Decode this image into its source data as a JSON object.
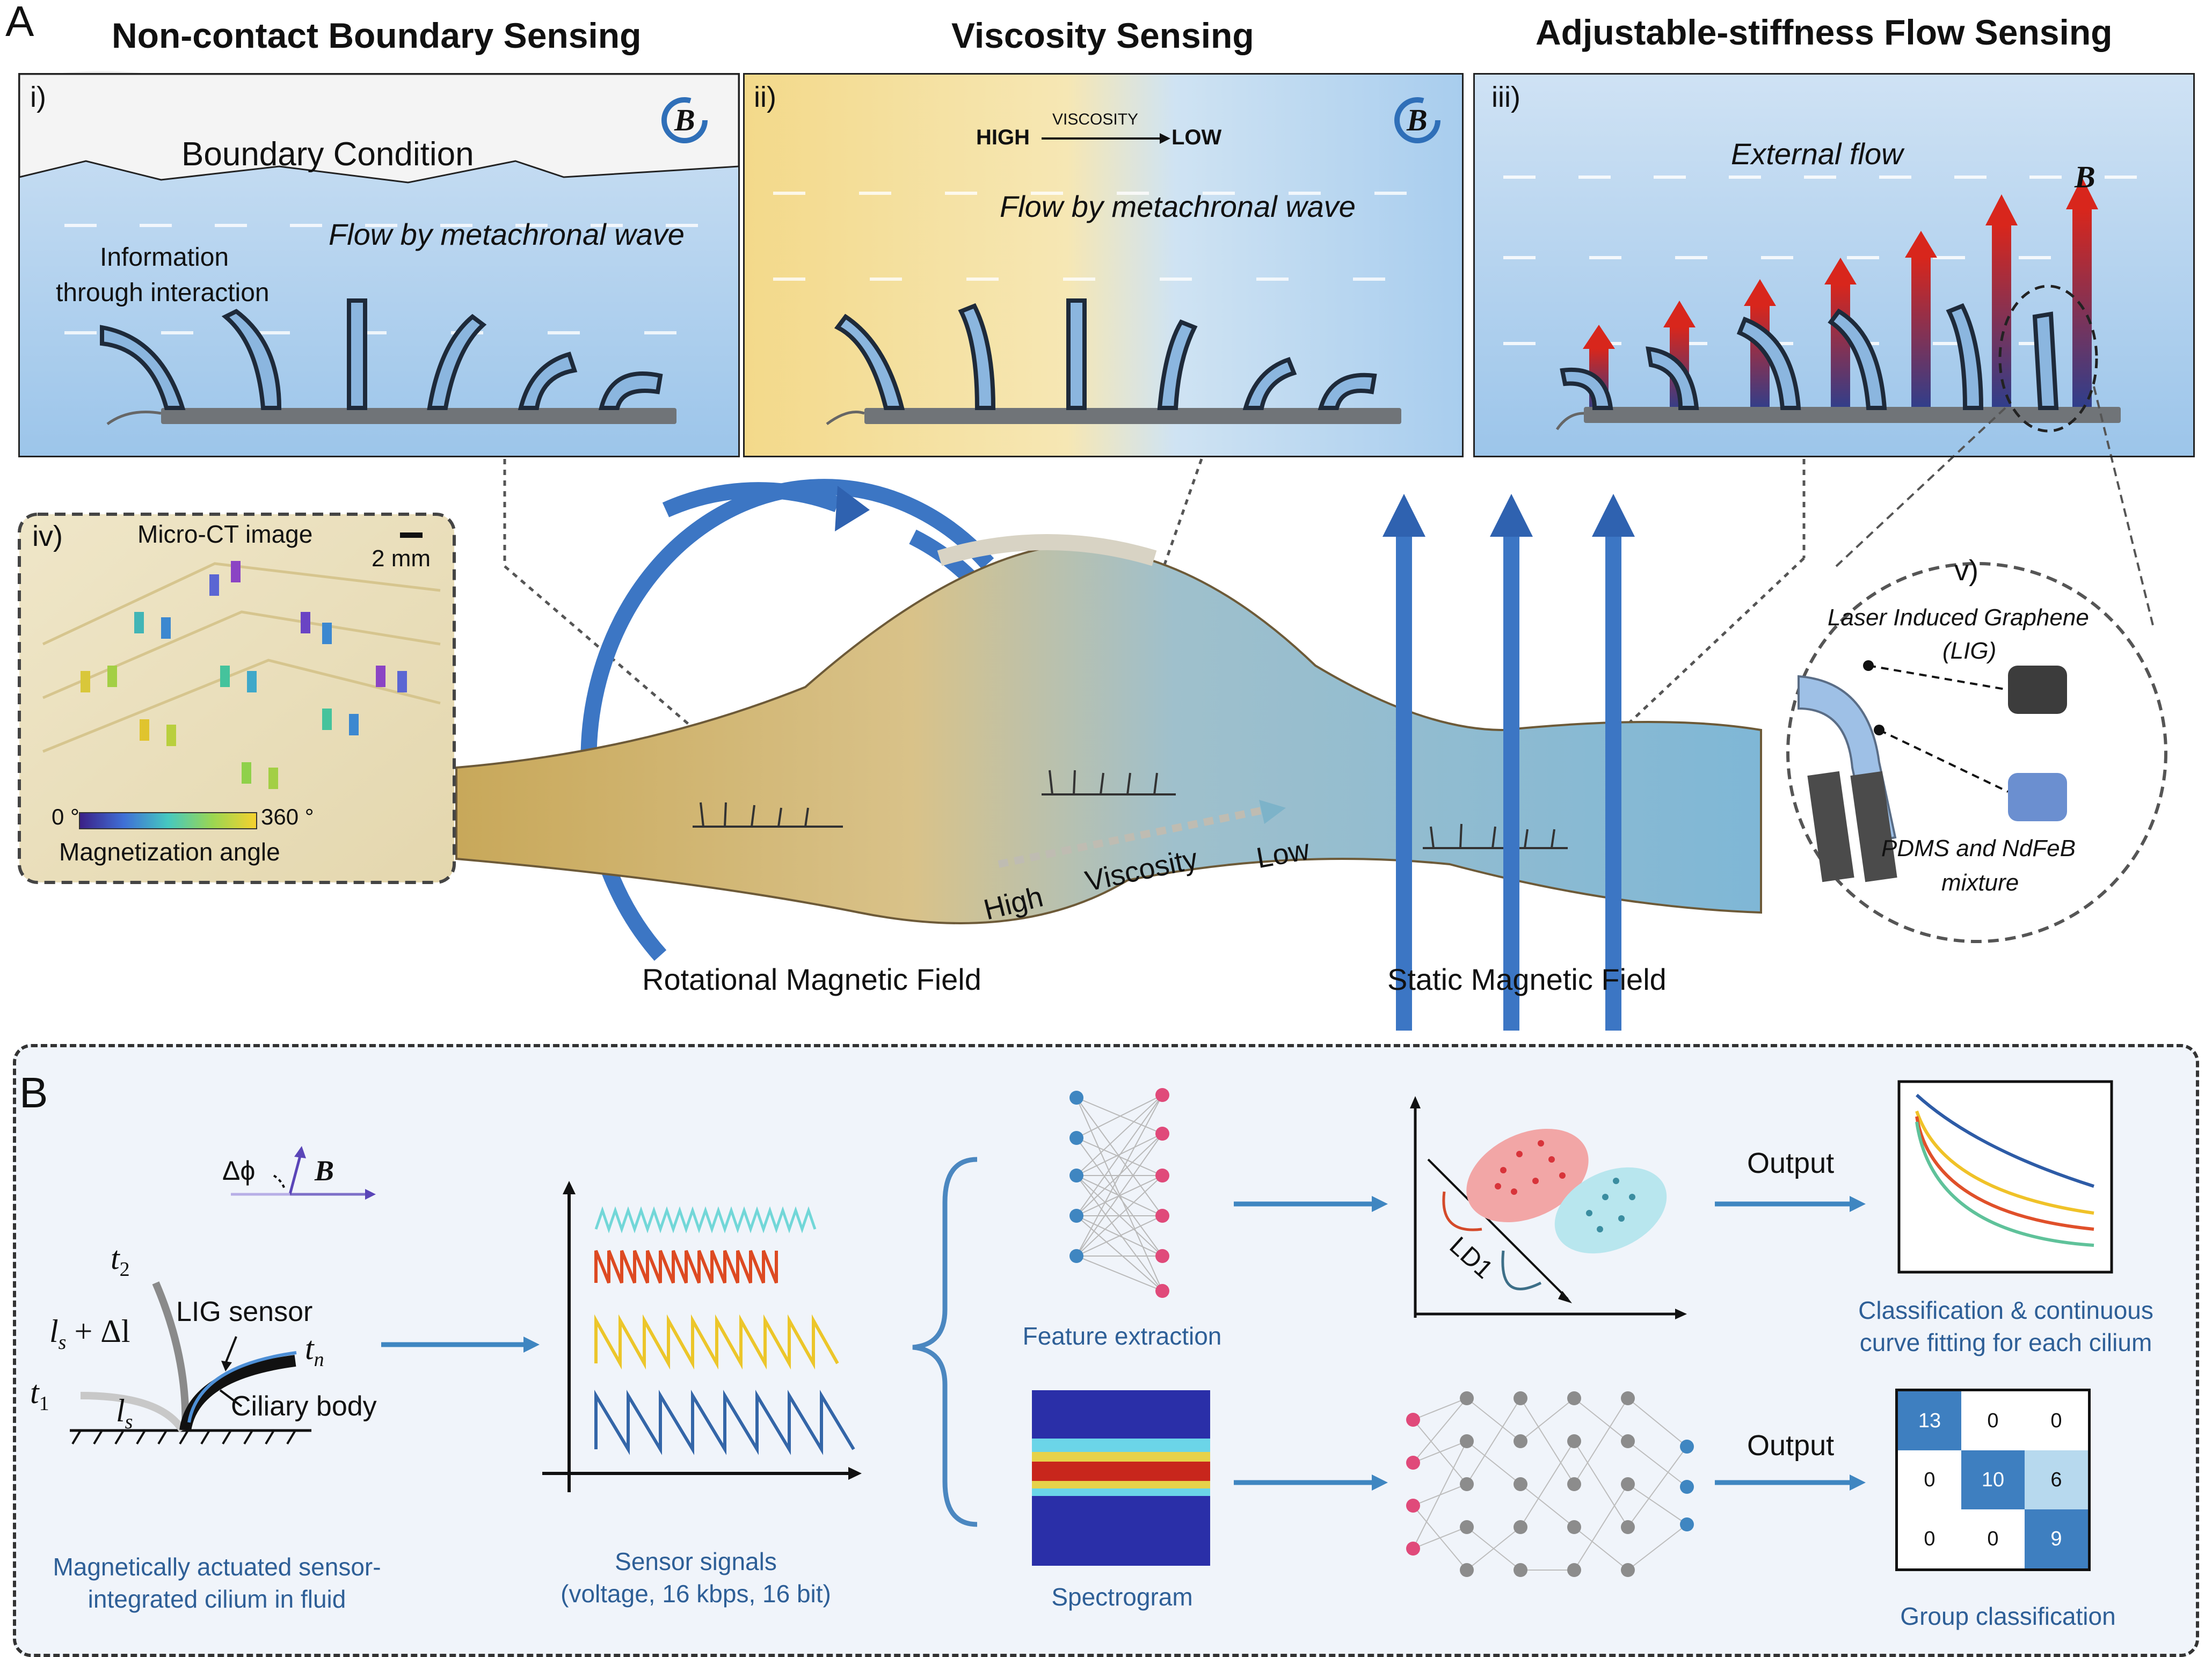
{
  "panel_a": {
    "letter": "A",
    "col_titles": [
      "Non-contact Boundary Sensing",
      "Viscosity Sensing",
      "Adjustable-stiffness Flow Sensing"
    ],
    "box_i": {
      "label": "i)",
      "boundary": "Boundary Condition",
      "flow": "Flow by metachronal wave",
      "info1": "Information",
      "info2": "through interaction",
      "field": "B"
    },
    "box_ii": {
      "label": "ii)",
      "high": "HIGH",
      "viscosity": "VISCOSITY",
      "low": "LOW",
      "flow": "Flow by metachronal wave",
      "field": "B"
    },
    "box_iii": {
      "label": "iii)",
      "flow": "External flow",
      "field": "B"
    },
    "box_iv": {
      "label": "iv)",
      "title": "Micro-CT image",
      "scale": "2 mm",
      "min": "0 °",
      "max": "360 °",
      "legend": "Magnetization angle"
    },
    "box_v": {
      "label": "v)",
      "lig1": "Laser Induced Graphene",
      "lig2": "(LIG)",
      "pdms1": "PDMS and NdFeB",
      "pdms2": "mixture"
    },
    "vessel": {
      "high": "High",
      "viscosity": "Viscosity",
      "low": "Low"
    },
    "fields": {
      "rotational": "Rotational Magnetic Field",
      "static": "Static Magnetic Field"
    }
  },
  "panel_b": {
    "letter": "B",
    "cilium": {
      "dphi": "Δϕ",
      "field": "B",
      "t2": "t",
      "t2_sub": "2",
      "t1": "t",
      "t1_sub": "1",
      "tn": "t",
      "tn_sub": "n",
      "ls_dl": "l",
      "ls_dl_sub": "s",
      "ls_dl_rest": " + Δl",
      "ls": "l",
      "ls_sub": "s",
      "lig": "LIG sensor",
      "body": "Ciliary body",
      "cap1": "Magnetically actuated sensor-",
      "cap2": "integrated cilium in fluid"
    },
    "signals": {
      "cap1": "Sensor signals",
      "cap2": "(voltage, 16 kbps, 16 bit)"
    },
    "feature": "Feature extraction",
    "spectrogram": "Spectrogram",
    "ld1": "LD1",
    "output1": "Output",
    "output2": "Output",
    "fit_cap1": "Classification & continuous",
    "fit_cap2": "curve fitting for each cilium",
    "group_cap": "Group classification",
    "matrix": [
      [
        "13",
        "0",
        "0"
      ],
      [
        "0",
        "10",
        "6"
      ],
      [
        "0",
        "0",
        "9"
      ]
    ]
  },
  "colors": {
    "accent_blue": "#3a72b8",
    "caption_blue": "#2e5f97",
    "red_arrow": "#d8261c",
    "matrix_dark": "#3e7fc0",
    "matrix_light": "#b7d9ee"
  }
}
